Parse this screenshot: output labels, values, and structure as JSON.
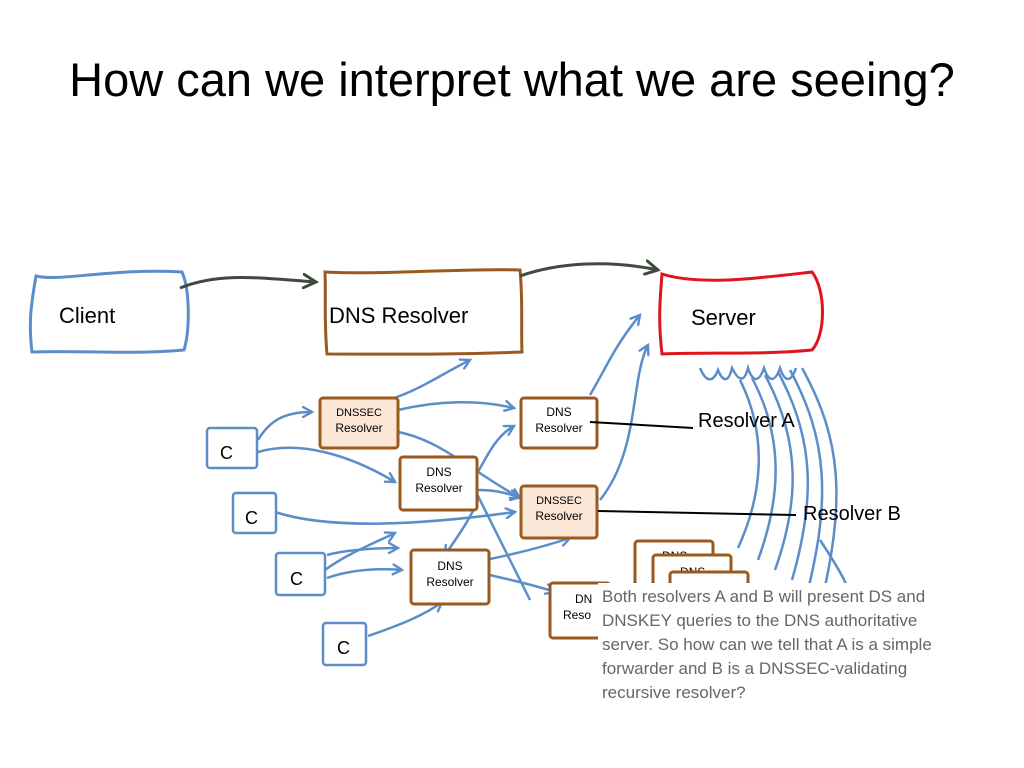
{
  "title": "How can we interpret what we are seeing?",
  "colors": {
    "blue": "#5b8ec9",
    "brown": "#9a5a1f",
    "red": "#e0141b",
    "dark_arrow": "#3d4a3d",
    "fill_orange": "#fce6d6",
    "note_text": "#666666"
  },
  "nodes": {
    "client": "Client",
    "dns_resolver": "DNS Resolver",
    "server": "Server",
    "c1": "C",
    "c2": "C",
    "c3": "C",
    "c4": "C",
    "dnssec_top_1": "DNSSEC",
    "dnssec_top_2": "Resolver",
    "dns_a_1": "DNS",
    "dns_a_2": "Resolver",
    "dns_mid_1": "DNS",
    "dns_mid_2": "Resolver",
    "dnssec_b_1": "DNSSEC",
    "dnssec_b_2": "Resolver",
    "dns_low_1": "DNS",
    "dns_low_2": "Resolver",
    "partial_1": "DN",
    "partial_2": "Reso",
    "stack1": "DNS",
    "stack2": "DNS"
  },
  "labels": {
    "resolver_a": "Resolver A",
    "resolver_b": "Resolver B"
  },
  "note": "Both resolvers A and B will present DS and DNSKEY queries to the DNS authoritative server. So how can we tell that A is a simple forwarder and B is a DNSSEC-validating recursive resolver?"
}
